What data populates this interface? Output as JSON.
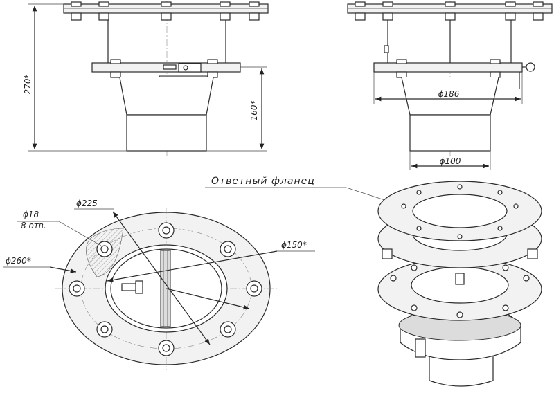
{
  "labels": {
    "height_total": "270*",
    "height_lower": "160*",
    "dia_186": "ϕ186",
    "dia_100": "ϕ100",
    "mating_flange": "Ответный фланец",
    "hole_dia": "ϕ18",
    "hole_count": "8 отв.",
    "dia_225": "ϕ225",
    "dia_260": "ϕ260*",
    "dia_150": "ϕ150*"
  }
}
